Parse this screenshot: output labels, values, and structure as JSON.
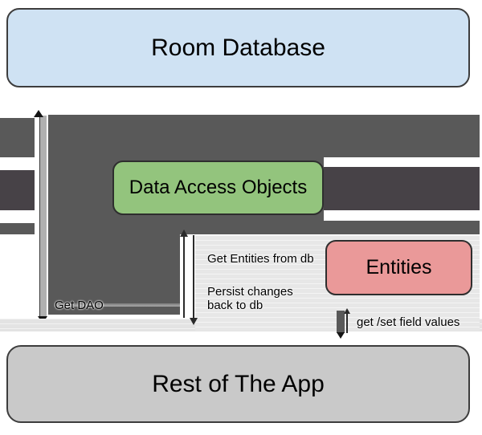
{
  "boxes": {
    "room_database": {
      "label": "Room Database",
      "fill": "#cfe2f3"
    },
    "data_access_objects": {
      "label": "Data Access Objects",
      "fill": "#93c47d"
    },
    "entities": {
      "label": "Entities",
      "fill": "#ea9999"
    },
    "rest_of_the_app": {
      "label": "Rest of The App",
      "fill": "#c9c9c9"
    }
  },
  "arrow_labels": {
    "get_dao": "Get DAO",
    "get_entities_from_db": "Get Entities from db",
    "persist_changes": "Persist changes\nback to db",
    "get_set_field_values": "get /set field values"
  },
  "colors": {
    "arrow_band_dark": "#595959",
    "arrow_band_darker": "#474247",
    "get_dao_fat_arrow": "#b0b0b0",
    "panel_light": "#e7e7e7",
    "border_dark": "#2e2e2e"
  }
}
